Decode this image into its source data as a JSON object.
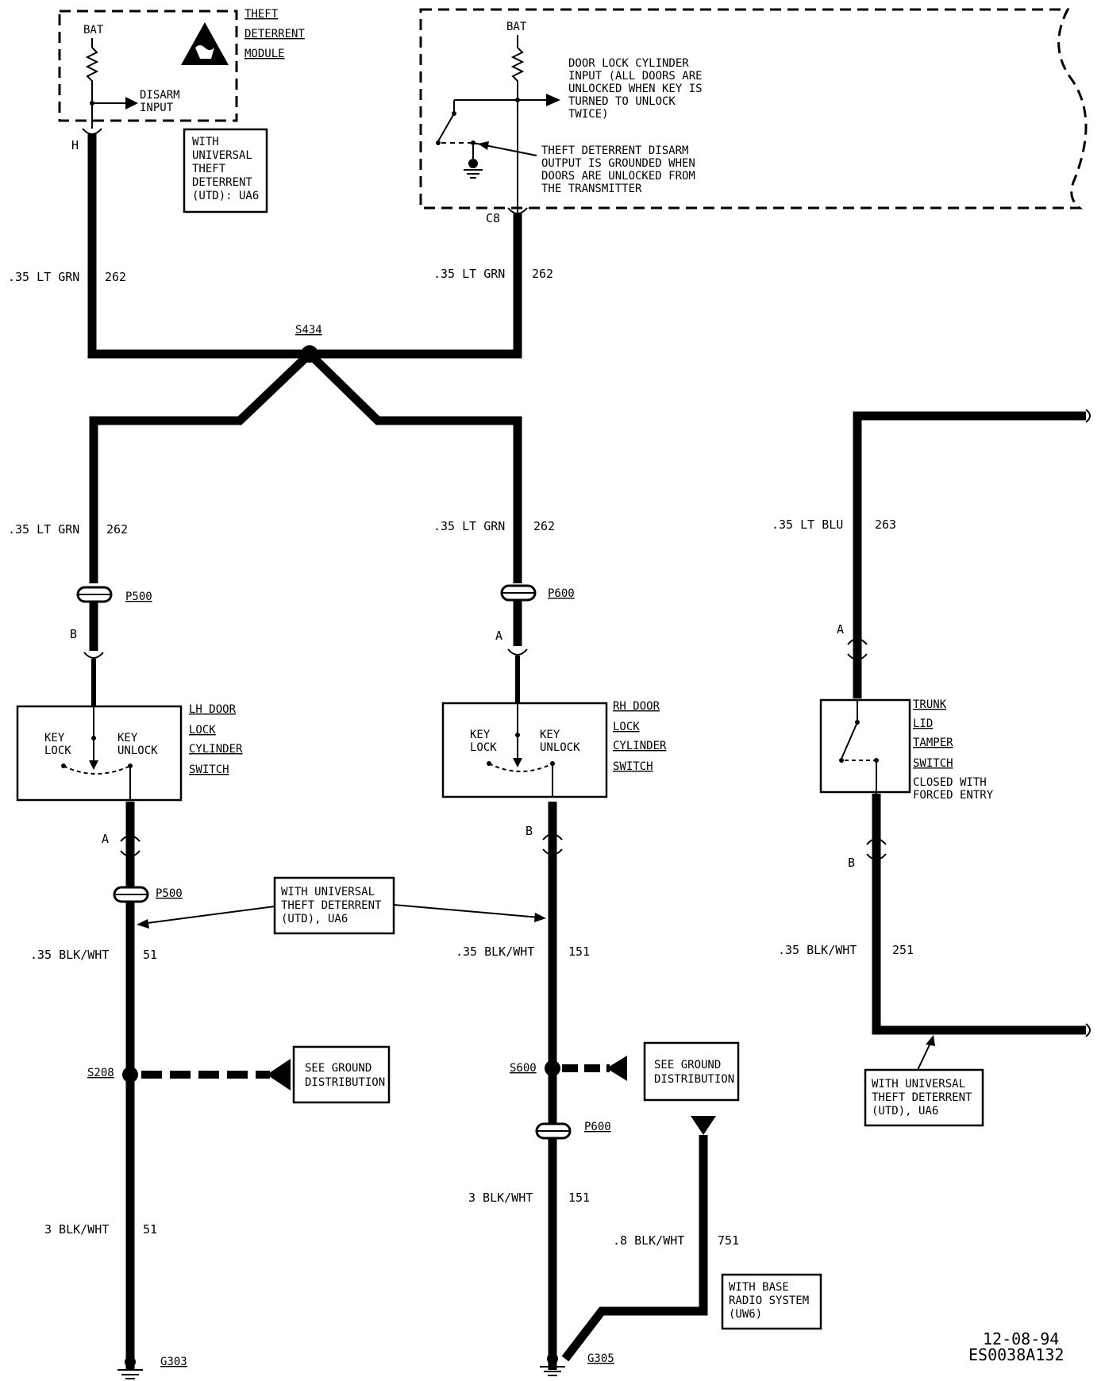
{
  "modules": {
    "tdm": {
      "bat": "BAT",
      "disarm_line1": "DISARM",
      "disarm_line2": "INPUT",
      "name1": "THEFT",
      "name2": "DETERRENT",
      "name3": "MODULE",
      "pin": "H"
    },
    "door_lock_module": {
      "bat": "BAT",
      "pin": "C8",
      "input_note": [
        "DOOR LOCK CYLINDER",
        "INPUT (ALL DOORS ARE",
        "UNLOCKED WHEN KEY IS",
        "TURNED TO UNLOCK",
        "TWICE)"
      ],
      "output_note": [
        "THEFT DETERRENT DISARM",
        "OUTPUT IS GROUNDED WHEN",
        "DOORS ARE UNLOCKED FROM",
        "THE TRANSMITTER"
      ]
    }
  },
  "notes": {
    "utd_uab": [
      "WITH",
      "UNIVERSAL",
      "THEFT",
      "DETERRENT",
      "(UTD): UA6"
    ],
    "utd_center": [
      "WITH UNIVERSAL",
      "THEFT DETERRENT",
      "(UTD), UA6"
    ],
    "utd_right": [
      "WITH UNIVERSAL",
      "THEFT DETERRENT",
      "(UTD), UA6"
    ],
    "ground_left": [
      "SEE GROUND",
      "DISTRIBUTION"
    ],
    "ground_mid": [
      "SEE GROUND",
      "DISTRIBUTION"
    ],
    "radio": [
      "WITH BASE",
      "RADIO SYSTEM",
      "(UW6)"
    ]
  },
  "wires": {
    "left_top": {
      "size_color": ".35 LT GRN",
      "circuit": "262"
    },
    "mid_top": {
      "size_color": ".35 LT GRN",
      "circuit": "262"
    },
    "left_mid": {
      "size_color": ".35 LT GRN",
      "circuit": "262"
    },
    "mid_mid": {
      "size_color": ".35 LT GRN",
      "circuit": "262"
    },
    "right_top": {
      "size_color": ".35 LT BLU",
      "circuit": "263"
    },
    "left_low": {
      "size_color": ".35 BLK/WHT",
      "circuit": "51"
    },
    "mid_low": {
      "size_color": ".35 BLK/WHT",
      "circuit": "151"
    },
    "right_low": {
      "size_color": ".35 BLK/WHT",
      "circuit": "251"
    },
    "left_bottom": {
      "size_color": "3 BLK/WHT",
      "circuit": "51"
    },
    "mid_bottom": {
      "size_color": "3 BLK/WHT",
      "circuit": "151"
    },
    "radio": {
      "size_color": ".8 BLK/WHT",
      "circuit": "751"
    }
  },
  "connectors": {
    "p500_top": "P500",
    "p500_pin_top": "B",
    "p500_pin_low": "A",
    "p500_low": "P500",
    "p600_top": "P600",
    "p600_pin_top": "A",
    "p600_pin_low": "B",
    "p600_low": "P600",
    "trunk_pin_top": "A",
    "trunk_pin_low": "B"
  },
  "splices": {
    "s434": "S434",
    "s208": "S208",
    "s600": "S600"
  },
  "grounds": {
    "g303": "G303",
    "g305": "G305"
  },
  "switches": {
    "lh": {
      "key_lock": [
        "KEY",
        "LOCK"
      ],
      "key_unlock": [
        "KEY",
        "UNLOCK"
      ],
      "name": [
        "LH DOOR",
        "LOCK",
        "CYLINDER",
        "SWITCH"
      ]
    },
    "rh": {
      "key_lock": [
        "KEY",
        "LOCK"
      ],
      "key_unlock": [
        "KEY",
        "UNLOCK"
      ],
      "name": [
        "RH DOOR",
        "LOCK",
        "CYLINDER",
        "SWITCH"
      ]
    },
    "trunk": {
      "name": [
        "TRUNK",
        "LID",
        "TAMPER",
        "SWITCH"
      ],
      "note": [
        "CLOSED WITH",
        "FORCED ENTRY"
      ]
    }
  },
  "doc_id": {
    "line1": "12-08-94",
    "line2": "ES0038A132"
  }
}
